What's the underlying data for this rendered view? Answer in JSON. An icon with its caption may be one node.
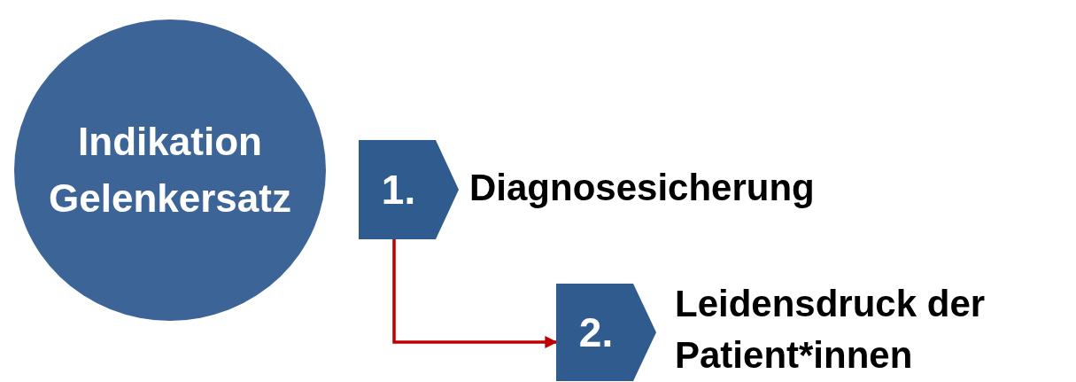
{
  "diagram": {
    "nodes": [
      {
        "text": [
          "Indikation Gelenkersatz"
        ]
      },
      {
        "text": [
          "1."
        ],
        "beside": [
          "Diagnosesicherung"
        ]
      },
      {
        "text": [
          "2."
        ],
        "beside": [
          "Leidensdruck der Patient*innen"
        ]
      }
    ],
    "edges": [
      {
        "from": 1,
        "to": 2,
        "arrow": "to",
        "color": "#c00000"
      }
    ]
  }
}
